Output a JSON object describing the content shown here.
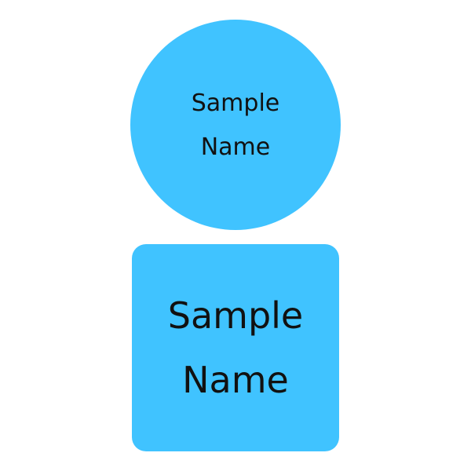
{
  "colors": {
    "background": "#ffffff",
    "label_fill": "#40c3ff",
    "text": "#111111"
  },
  "circle_label": {
    "line1": "Sample",
    "line2": "Name"
  },
  "square_label": {
    "line1": "Sample",
    "line2": "Name"
  }
}
